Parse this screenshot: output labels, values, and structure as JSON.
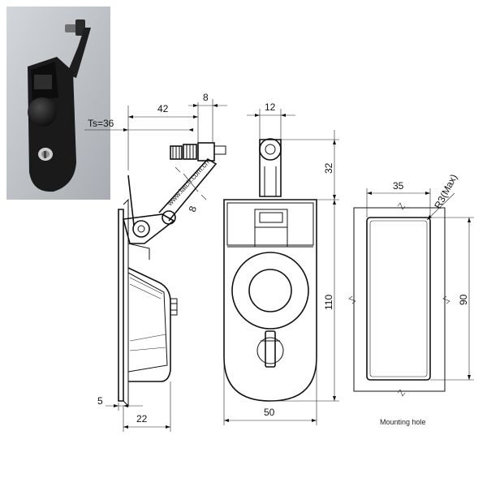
{
  "dimensions": {
    "d42": "42",
    "d8_top": "8",
    "d12": "12",
    "ts": "Ts=36",
    "d32": "32",
    "d8_angle": "8",
    "d110": "110",
    "d5": "5",
    "d22": "22",
    "d50": "50",
    "d35": "35",
    "r3": "R3(Max)",
    "d90": "90"
  },
  "labels": {
    "mounting_hole": "Mounting hole",
    "engraving": "www.latch.com.cn"
  },
  "colors": {
    "photo_bg": "#b8bcc1",
    "latch_body": "#1c1c1c",
    "line": "#111111"
  }
}
